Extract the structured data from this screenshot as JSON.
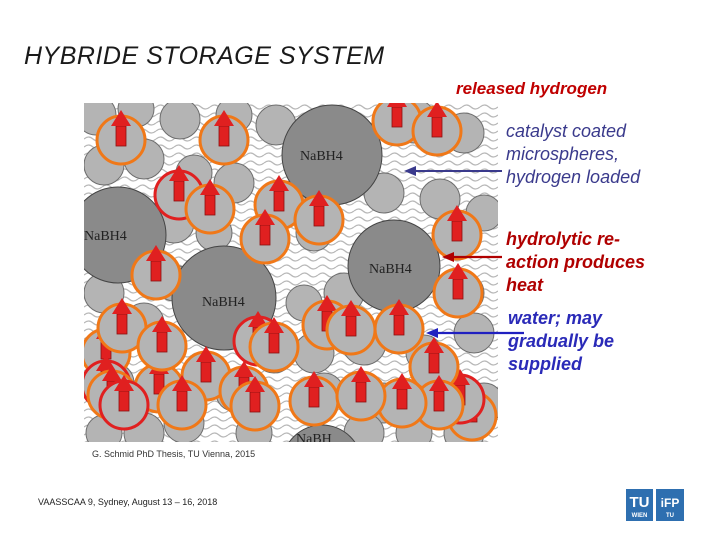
{
  "title": "HYBRIDE STORAGE SYSTEM",
  "labels": {
    "released_hydrogen": "released hydrogen",
    "catalyst": "catalyst coated\nmicrospheres,\nhydrogen loaded",
    "hydrolytic": "hydrolytic re-\naction produces\nheat",
    "water": "water; may\ngradually be\nsupplied"
  },
  "compound_label": "NaBH4",
  "particle_labels": [
    "NaBH4",
    "NaBH4",
    "NaBH4",
    "NaBH4",
    "NaBH"
  ],
  "credit": "G. Schmid PhD Thesis, TU Vienna, 2015",
  "conference": "VAASSCAA 9, Sydney, August 13 – 16, 2018",
  "logo": {
    "tu_text": "TU",
    "wien_text": "WIEN",
    "ifp_text": "iFP",
    "ifp_sub": "TU"
  },
  "colors": {
    "red": "#e02020",
    "orange": "#f07818",
    "grey": "#b4b4b4",
    "dark_grey": "#8a8a8a",
    "navy": "#3a3a8c",
    "blue": "#2020c0",
    "logo_blue": "#2e6fb0"
  }
}
